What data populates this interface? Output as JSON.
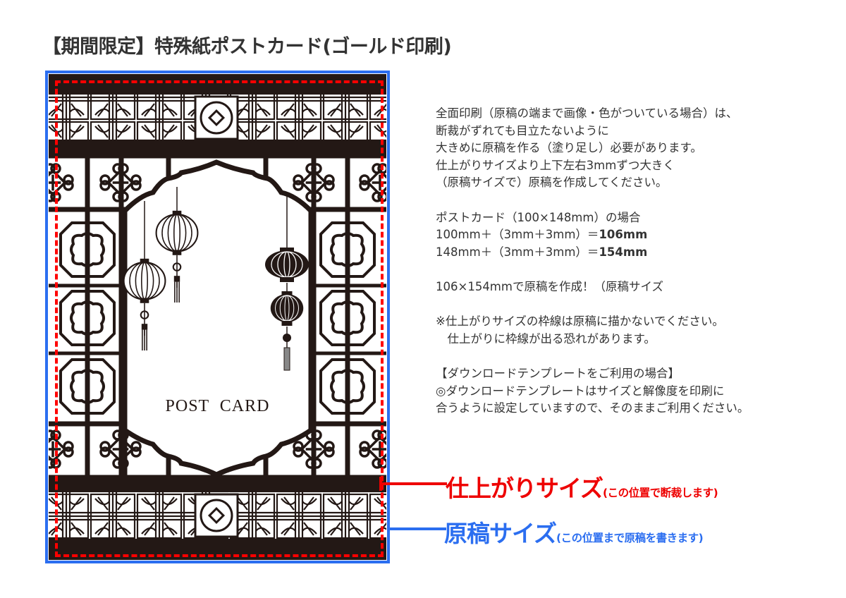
{
  "page": {
    "title": "【期間限定】特殊紙ポストカード(ゴールド印刷)"
  },
  "postcard": {
    "label": "POST CARD",
    "colors": {
      "ink": "#231815",
      "paper": "#ffffff"
    },
    "icons": [
      "lattice-border-icon",
      "chinese-knot-icon",
      "lantern-icon",
      "octagon-window-icon"
    ]
  },
  "frames": {
    "bleed": {
      "color": "#2b6ef0",
      "style": "solid"
    },
    "trim": {
      "color": "#ff0000",
      "style": "dashed"
    }
  },
  "notes": {
    "lines": [
      "全面印刷（原稿の端まで画像・色がついている場合）は、",
      "断裁がずれても目立たないように",
      "大きめに原稿を作る（塗り足し）必要があります。",
      "仕上がりサイズより上下左右3mmずつ大きく",
      "（原稿サイズで）原稿を作成してください。",
      "",
      "ポストカード（100×148mm）の場合",
      "100mm＋（3mm＋3mm）＝",
      "148mm＋（3mm＋3mm）＝",
      "",
      "106×154mmで原稿を作成！（原稿サイズ",
      "",
      "※仕上がりサイズの枠線は原稿に描かないでください。",
      "　仕上がりに枠線が出る恐れがあります。",
      "",
      "【ダウンロードテンプレートをご利用の場合】",
      "◎ダウンロードテンプレートはサイズと解像度を印刷に",
      "合うように設定していますので、そのままご利用ください。"
    ],
    "result_width": "106mm",
    "result_height": "154mm"
  },
  "callouts": {
    "trim": {
      "label": "仕上がりサイズ",
      "sub": "(この位置で断裁します)",
      "color": "#ee0000"
    },
    "bleed": {
      "label": "原稿サイズ",
      "sub": "(この位置まで原稿を書きます)",
      "color": "#2b6ef0"
    }
  }
}
